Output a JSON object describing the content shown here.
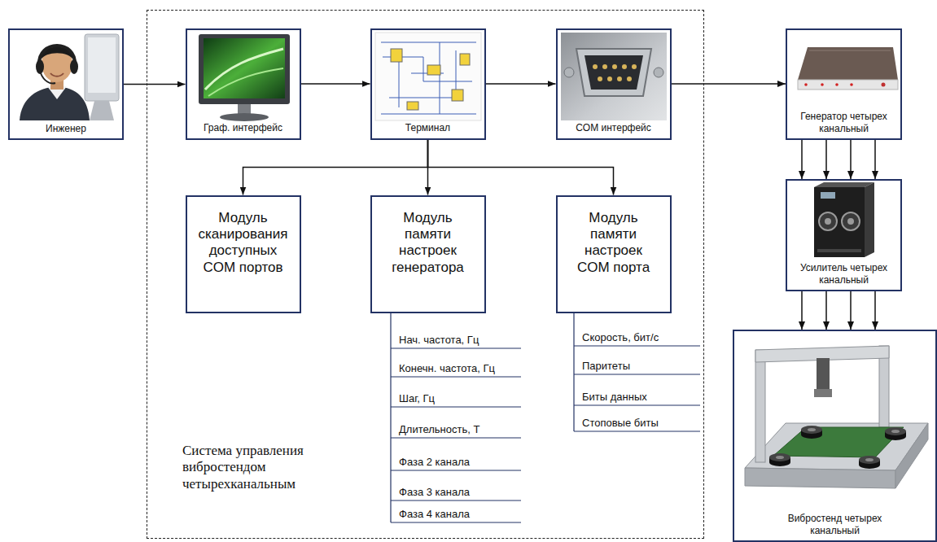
{
  "diagram": {
    "nodes": [
      {
        "text": [
          "Инженер"
        ]
      },
      {
        "text": [
          "Система управления вибростендом четырехканальным"
        ]
      },
      {
        "text": [
          "Граф. интерфейс"
        ],
        "in": 1
      },
      {
        "text": [
          "Терминал"
        ],
        "in": 1
      },
      {
        "text": [
          "COM интерфейс"
        ],
        "in": 1
      },
      {
        "text": [
          "Модуль сканирования доступных COM портов"
        ],
        "in": 1
      },
      {
        "text": [
          "Модуль памяти настроек генератора"
        ],
        "in": 1
      },
      {
        "text": [
          "Модуль памяти настроек COM порта"
        ],
        "in": 1
      },
      {
        "text": [
          "Генератор четырех канальный"
        ]
      },
      {
        "text": [
          "Усилитель четырех канальный"
        ]
      },
      {
        "text": [
          "Вибростенд четырех канальный"
        ]
      }
    ],
    "edges": [
      {
        "from": 0,
        "to": 2,
        "arrow": "to"
      },
      {
        "from": 2,
        "to": 3,
        "arrow": "to"
      },
      {
        "from": 3,
        "to": 4,
        "arrow": "to"
      },
      {
        "from": 4,
        "to": 8,
        "arrow": "to"
      },
      {
        "from": 3,
        "to": 5,
        "arrow": "to"
      },
      {
        "from": 3,
        "to": 6,
        "arrow": "to"
      },
      {
        "from": 3,
        "to": 7,
        "arrow": "to"
      },
      {
        "from": 8,
        "to": 9,
        "arrow": "to"
      },
      {
        "from": 8,
        "to": 9,
        "arrow": "to"
      },
      {
        "from": 8,
        "to": 9,
        "arrow": "to"
      },
      {
        "from": 8,
        "to": 9,
        "arrow": "to"
      },
      {
        "from": 9,
        "to": 10,
        "arrow": "to"
      },
      {
        "from": 9,
        "to": 10,
        "arrow": "to"
      },
      {
        "from": 9,
        "to": 10,
        "arrow": "to"
      },
      {
        "from": 9,
        "to": 10,
        "arrow": "to"
      }
    ],
    "labels": [
      "Нач. частота, Гц",
      "Конечн. частота, Гц",
      "Шаг, Гц",
      "Длительность, Т",
      "Фаза 2 канала",
      "Фаза 3 канала",
      "Фаза 4 канала",
      "Скорость, бит/с",
      "Паритеты",
      "Биты данных",
      "Стоповые биты"
    ]
  }
}
